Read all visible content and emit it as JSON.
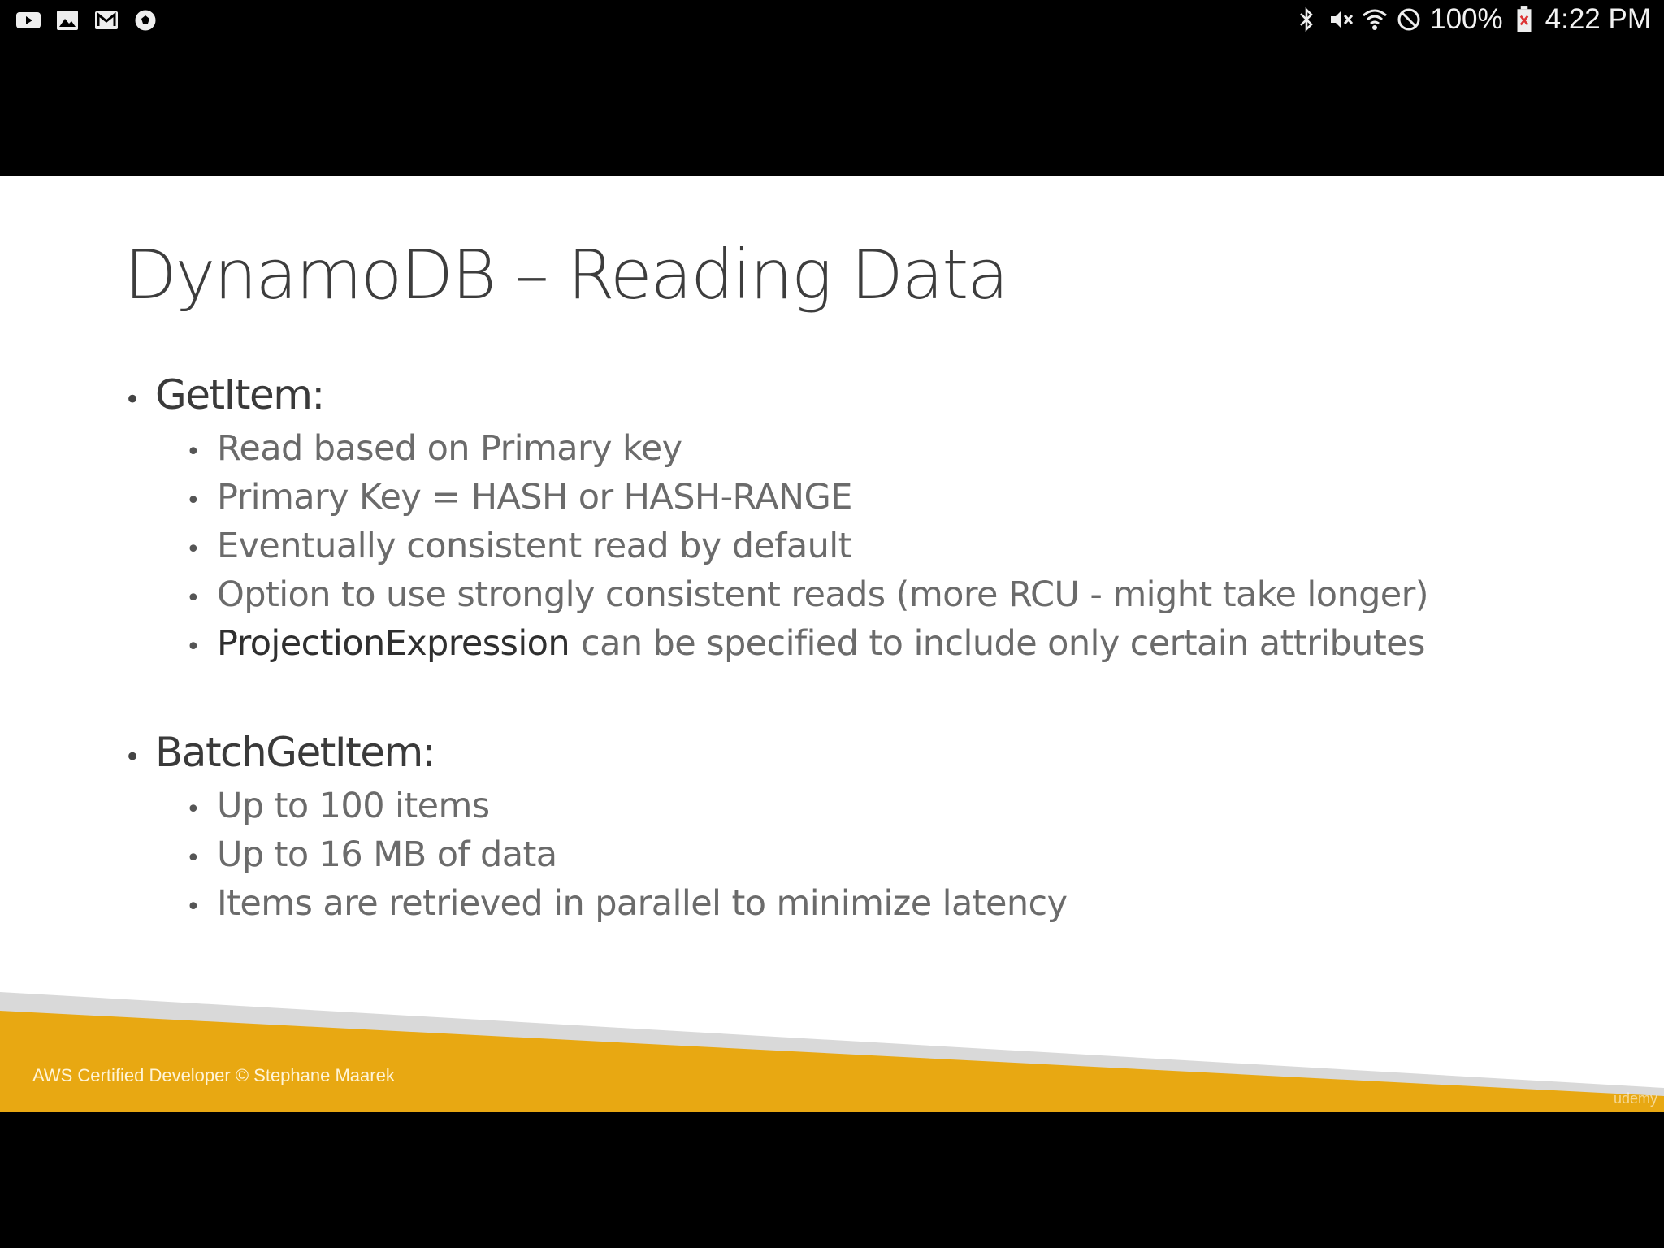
{
  "status_bar": {
    "left_icons": [
      "youtube-icon",
      "gallery-icon",
      "gmail-icon",
      "soccer-ball-icon"
    ],
    "right_icons": [
      "bluetooth-icon",
      "mute-icon",
      "wifi-icon",
      "do-not-disturb-icon",
      "battery-icon"
    ],
    "battery": "100%",
    "time": "4:22 PM"
  },
  "slide": {
    "title": "DynamoDB – Reading Data",
    "sections": [
      {
        "heading": "GetItem:",
        "items": [
          {
            "strong": "",
            "text": "Read based on Primary key"
          },
          {
            "strong": "",
            "text": "Primary Key = HASH or HASH-RANGE"
          },
          {
            "strong": "",
            "text": "Eventually consistent read by default"
          },
          {
            "strong": "",
            "text": "Option to use strongly consistent reads (more RCU - might take longer)"
          },
          {
            "strong": "ProjectionExpression",
            "text": "can be specified to include only certain attributes"
          }
        ]
      },
      {
        "heading": "BatchGetItem:",
        "items": [
          {
            "strong": "",
            "text": "Up to 100 items"
          },
          {
            "strong": "",
            "text": "Up to 16 MB of data"
          },
          {
            "strong": "",
            "text": "Items are retrieved in parallel to minimize latency"
          }
        ]
      }
    ],
    "footer": "AWS Certified Developer © Stephane Maarek",
    "watermark": "udemy"
  },
  "colors": {
    "footer_band": "#e8a812",
    "footer_stripe": "#d9d9d9",
    "background": "#000000",
    "slide": "#ffffff"
  }
}
